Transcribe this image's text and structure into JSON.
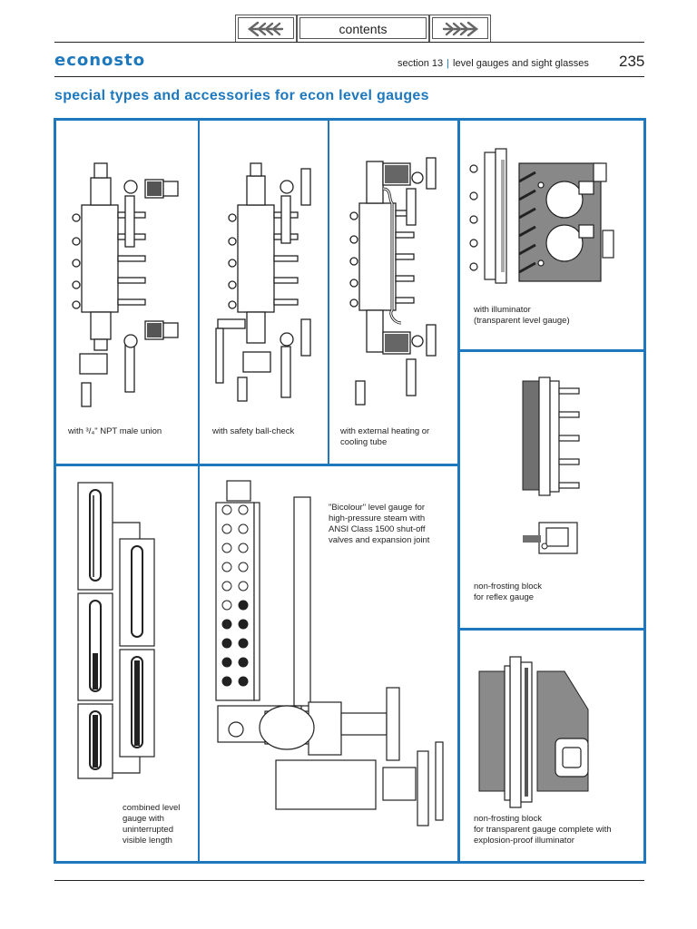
{
  "nav": {
    "prev_label": "previous page",
    "contents_label": "contents",
    "next_label": "next page",
    "prev_icon": "double-arrow-left-icon",
    "next_icon": "double-arrow-right-icon"
  },
  "header": {
    "logo_text": "econosto",
    "section": "section 13",
    "separator": "|",
    "section_title": "level gauges and sight glasses",
    "page_number": "235"
  },
  "page_title": "special types and accessories for econ level gauges",
  "captions": {
    "npt_union": "with ³/₄\" NPT male union",
    "safety_ball_check": "with safety ball-check",
    "heating_tube_line1": "with external heating or",
    "heating_tube_line2": "cooling tube",
    "illuminator_line1": "with illuminator",
    "illuminator_line2": "(transparent level gauge)",
    "bicolour_line1": "\"Bicolour\" level gauge for",
    "bicolour_line2": "high-pressure steam with",
    "bicolour_line3": "ANSI Class 1500 shut-off",
    "bicolour_line4": "valves and expansion joint",
    "reflex_line1": "non-frosting block",
    "reflex_line2": "for reflex gauge",
    "combined_line1": "combined level",
    "combined_line2": "gauge with",
    "combined_line3": "uninterrupted",
    "combined_line4": "visible length",
    "explosion_line1": "non-frosting block",
    "explosion_line2": "for transparent gauge complete with",
    "explosion_line3": "explosion-proof illuminator"
  },
  "colors": {
    "brand_blue": "#1d78be",
    "line": "#222222",
    "panel_gray": "#8a8a8a",
    "dark_block": "#6e6e6e"
  }
}
